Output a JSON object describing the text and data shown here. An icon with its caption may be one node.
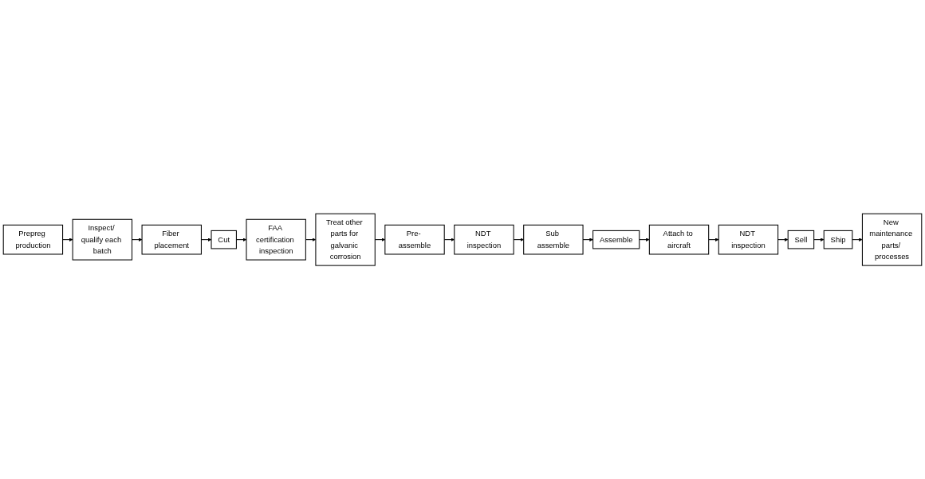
{
  "diagram": {
    "nodes": [
      {
        "text": [
          "Prepreg production"
        ]
      },
      {
        "text": [
          "Inspect/ qualify each batch"
        ]
      },
      {
        "text": [
          "Fiber placement"
        ]
      },
      {
        "text": [
          "Cut"
        ]
      },
      {
        "text": [
          "FAA certification inspection"
        ]
      },
      {
        "text": [
          "Treat other parts for galvanic corrosion"
        ]
      },
      {
        "text": [
          "Pre- assemble"
        ]
      },
      {
        "text": [
          "NDT inspection"
        ]
      },
      {
        "text": [
          "Sub assemble"
        ]
      },
      {
        "text": [
          "Assemble"
        ]
      },
      {
        "text": [
          "Attach to aircraft"
        ]
      },
      {
        "text": [
          "NDT inspection"
        ]
      },
      {
        "text": [
          "Sell"
        ]
      },
      {
        "text": [
          "Ship"
        ]
      },
      {
        "text": [
          "New maintenance parts/ processes"
        ]
      }
    ],
    "edges": [
      {
        "from": 0,
        "to": 1,
        "arrow": "to"
      },
      {
        "from": 1,
        "to": 2,
        "arrow": "to"
      },
      {
        "from": 2,
        "to": 3,
        "arrow": "to"
      },
      {
        "from": 3,
        "to": 4,
        "arrow": "to"
      },
      {
        "from": 4,
        "to": 5,
        "arrow": "to"
      },
      {
        "from": 5,
        "to": 6,
        "arrow": "to"
      },
      {
        "from": 6,
        "to": 7,
        "arrow": "to"
      },
      {
        "from": 7,
        "to": 8,
        "arrow": "to"
      },
      {
        "from": 8,
        "to": 9,
        "arrow": "to"
      },
      {
        "from": 9,
        "to": 10,
        "arrow": "to"
      },
      {
        "from": 10,
        "to": 11,
        "arrow": "to"
      },
      {
        "from": 11,
        "to": 12,
        "arrow": "to"
      },
      {
        "from": 12,
        "to": 13,
        "arrow": "to"
      },
      {
        "from": 13,
        "to": 14,
        "arrow": "to"
      }
    ]
  }
}
